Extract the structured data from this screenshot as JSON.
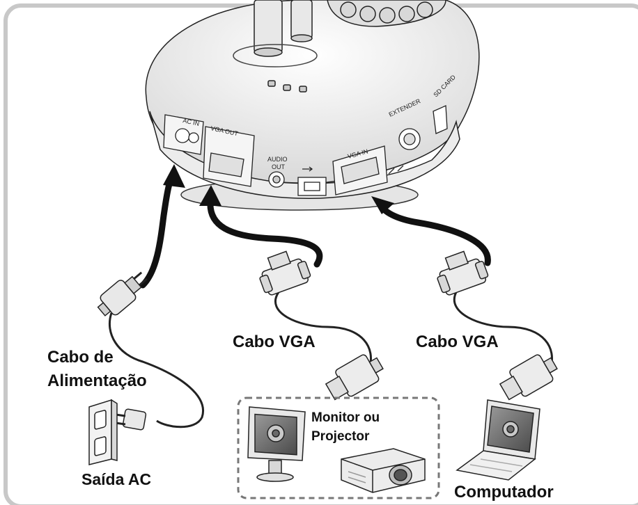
{
  "labels": {
    "power_cable_line1": "Cabo de",
    "power_cable_line2": "Alimentação",
    "vga_cable_left": "Cabo VGA",
    "vga_cable_right": "Cabo VGA",
    "monitor_line1": "Monitor ou",
    "monitor_line2": "Projector",
    "ac_outlet": "Saída AC",
    "computer": "Computador"
  },
  "ports": {
    "ac_in": "AC IN",
    "vga_out": "VGA OUT",
    "audio_out_line1": "AUDIO",
    "audio_out_line2": "OUT",
    "vga_in": "VGA IN",
    "extender": "EXTENDER",
    "sd_card": "SD CARD"
  },
  "colors": {
    "frame_border": "#c8c8c8",
    "device_gray": "#f2f2f2",
    "arrow": "#111111",
    "dashed_box": "#777777"
  }
}
